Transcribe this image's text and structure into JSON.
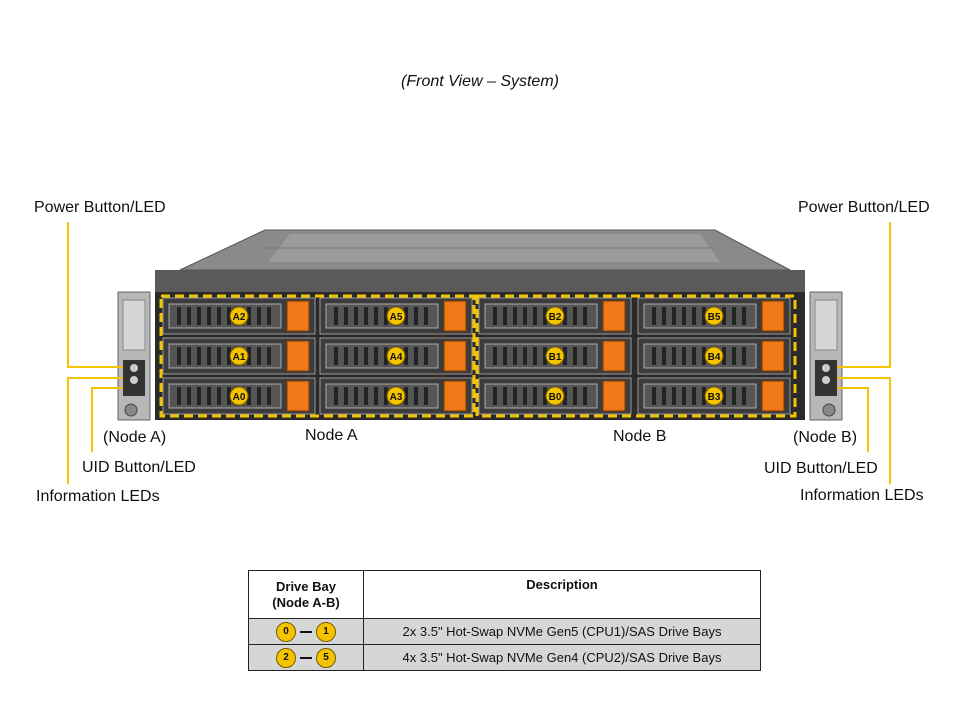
{
  "title": "(Front View – System)",
  "callouts": {
    "left_power": "Power Button/LED",
    "right_power": "Power Button/LED",
    "left_node": "(Node A)",
    "right_node": "(Node B)",
    "left_uid": "UID Button/LED",
    "right_uid": "UID Button/LED",
    "left_info": "Information  LEDs",
    "right_info": "Information  LEDs",
    "node_a": "Node A",
    "node_b": "Node B"
  },
  "bays": [
    "A2",
    "A5",
    "B2",
    "B5",
    "A1",
    "A4",
    "B1",
    "B4",
    "A0",
    "A3",
    "B0",
    "B3"
  ],
  "table": {
    "header_bay": "Drive Bay",
    "header_bay_sub": "(Node A-B)",
    "header_desc": "Description",
    "rows": [
      {
        "from": "0",
        "to": "1",
        "desc": "2x 3.5\" Hot-Swap NVMe Gen5 (CPU1)/SAS Drive Bays"
      },
      {
        "from": "2",
        "to": "5",
        "desc": "4x 3.5\" Hot-Swap NVMe Gen4 (CPU2)/SAS Drive Bays"
      }
    ]
  },
  "colors": {
    "accent_yellow": "#f5c400",
    "drive_orange": "#f07a1a",
    "chassis_gray": "#6b6b6b"
  }
}
